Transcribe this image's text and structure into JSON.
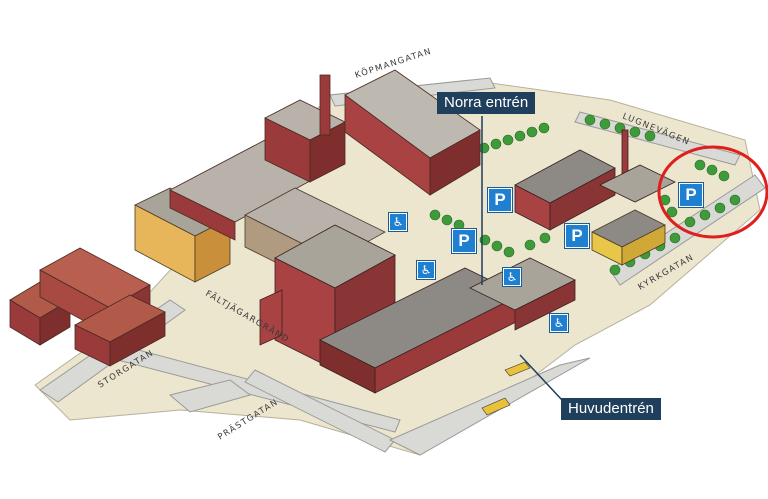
{
  "map": {
    "entrances": {
      "north_label": "Norra entrén",
      "main_label": "Huvudentrén"
    },
    "streets": {
      "kopmangatan": "KÖPMANGATAN",
      "lugnevagen": "LUGNEVÄGEN",
      "kyrkgatan": "KYRKGATAN",
      "storgatan": "STORGATAN",
      "faltjagargrand": "FÄLTJÄGARGRÄND",
      "prastgatan": "PRÄSTGATAN"
    },
    "parking_symbol": "P",
    "accessibility_icon": "wheelchair-icon",
    "highlight": {
      "shape": "circle",
      "color": "#e01e1e",
      "target": "parking-lugnevagen"
    },
    "colors": {
      "callout_bg": "#1f3f5c",
      "parking_sign": "#1f7fd0",
      "brick": "#9b3a3a",
      "roof": "#b8b2aa",
      "ground": "#ece6cf",
      "trees": "#3f9a3a"
    }
  }
}
